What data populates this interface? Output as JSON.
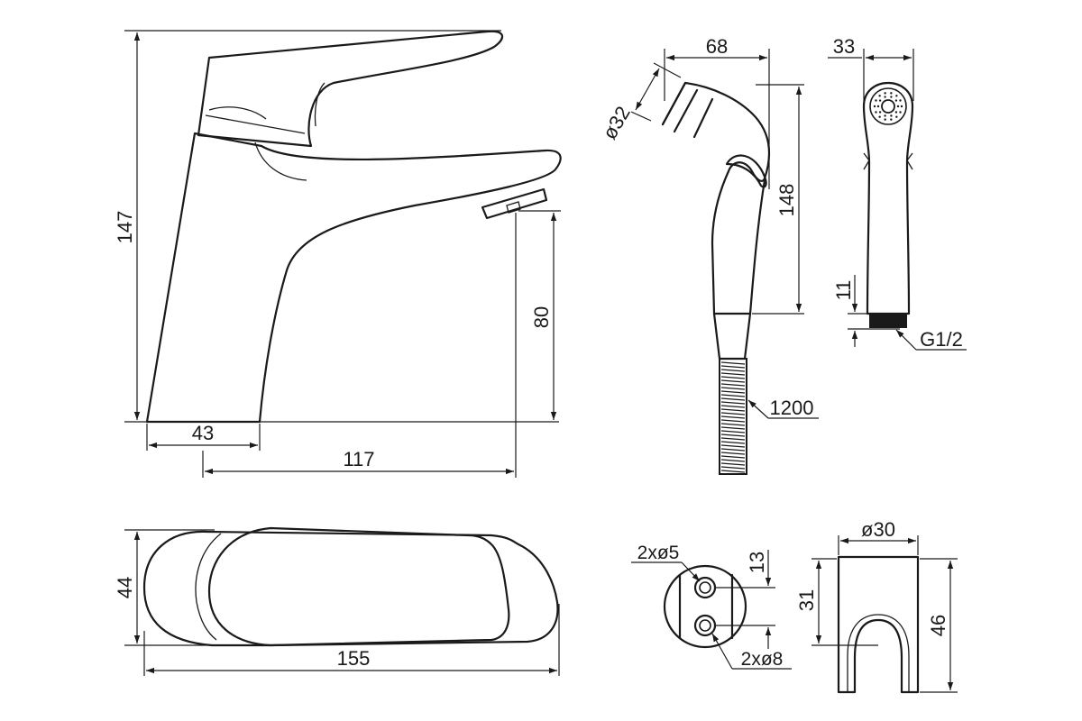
{
  "faucet_side": {
    "height": "147",
    "base_width": "43",
    "spout_reach": "117",
    "spout_height": "80"
  },
  "faucet_top": {
    "depth": "44",
    "length": "155"
  },
  "sprayer_side": {
    "head_length": "68",
    "head_diameter": "ø32",
    "body_height": "148",
    "hose_length": "1200"
  },
  "sprayer_front": {
    "width": "33",
    "thread_height": "11",
    "thread": "G1/2"
  },
  "holder_side": {
    "holes_small": "2xø5",
    "spacing": "13",
    "holes_large": "2xø8"
  },
  "holder_front": {
    "diameter": "ø30",
    "hook_height": "31",
    "height": "46"
  }
}
